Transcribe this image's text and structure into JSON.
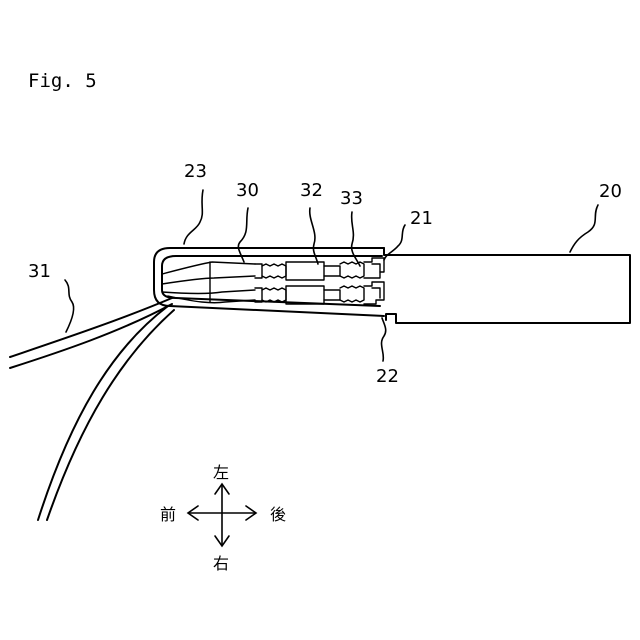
{
  "figure_title": "Fig. 5",
  "labels": {
    "l20": "20",
    "l21": "21",
    "l22": "22",
    "l23": "23",
    "l30": "30",
    "l31": "31",
    "l32": "32",
    "l33": "33"
  },
  "directions": {
    "up": "左",
    "down": "右",
    "left": "前",
    "right": "後"
  }
}
